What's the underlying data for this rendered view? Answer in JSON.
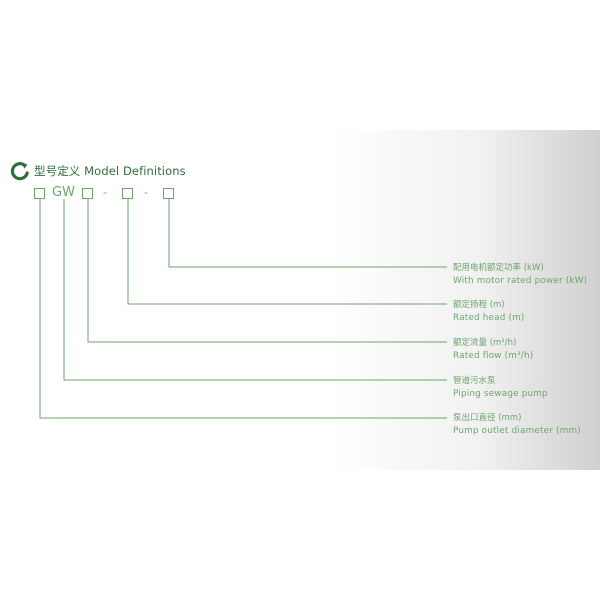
{
  "header": {
    "title": "型号定义 Model Definitions",
    "logo": "circle-arrow-icon"
  },
  "model_code": {
    "prefix_letters": "GW",
    "dash1": "-",
    "dash2": "-"
  },
  "definitions": [
    {
      "zh": "配用电机额定功率 (kW)",
      "en": "With motor rated power (kW)"
    },
    {
      "zh": "额定扬程 (m)",
      "en": "Rated head (m)"
    },
    {
      "zh": "额定流量 (m³/h)",
      "en": "Rated flow (m³/h)"
    },
    {
      "zh": "管道污水泵",
      "en": "Piping sewage pump"
    },
    {
      "zh": "泵出口直径 (mm)",
      "en": "Pump outlet diameter (mm)"
    }
  ],
  "colors": {
    "accent": "#6ea56e",
    "title": "#2f6e3a"
  }
}
